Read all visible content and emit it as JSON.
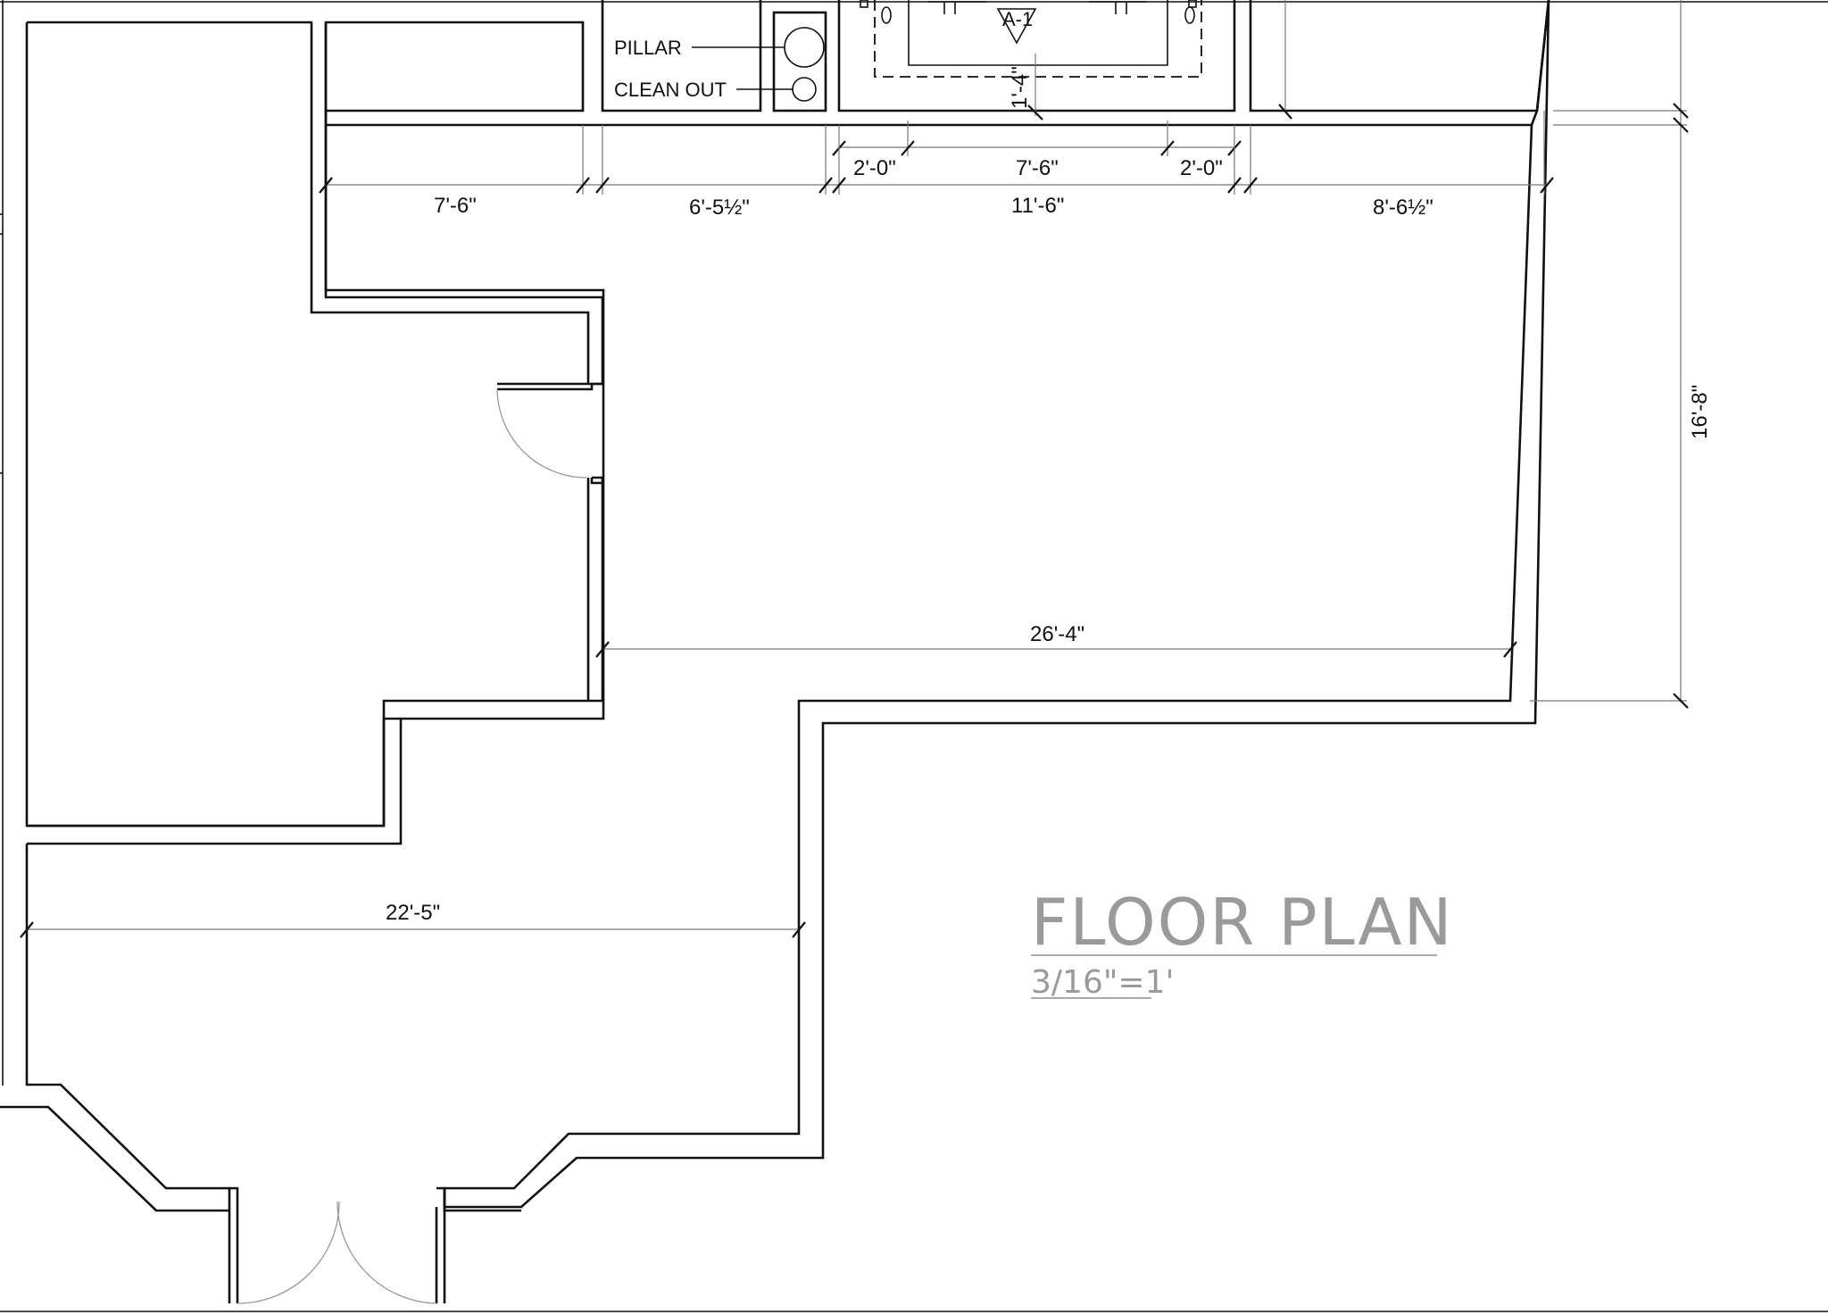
{
  "labels": {
    "pillar": "PILLAR",
    "clean_out": "CLEAN OUT",
    "section_marker": "A-1"
  },
  "dimensions": {
    "top_row_1": "7'-6\"",
    "top_row_2": "6'-5½\"",
    "top_row_3": "11'-6\"",
    "top_row_4": "8'-6½\"",
    "upper_left": "2'-0\"",
    "upper_mid": "7'-6\"",
    "upper_right": "2'-0\"",
    "vertical_small": "1'-4\"",
    "vertical_right": "16'-8\"",
    "mid_span": "26'-4\"",
    "lower_span": "22'-5\""
  },
  "title": {
    "main": "FLOOR PLAN",
    "scale": "3/16\"=1'"
  },
  "colors": {
    "ink": "#111111",
    "title_gray": "#9a9a9a"
  }
}
